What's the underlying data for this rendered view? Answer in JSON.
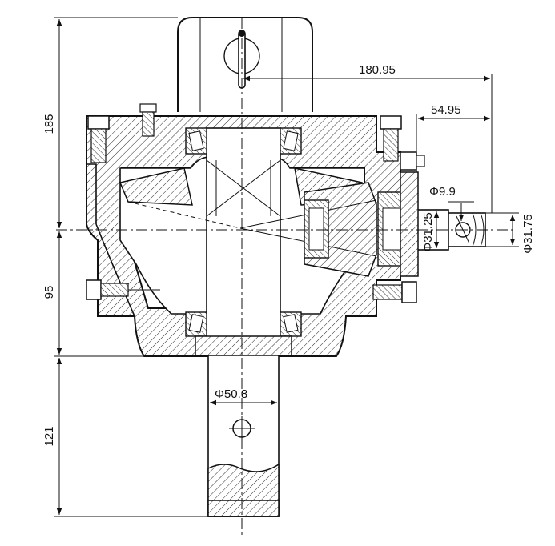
{
  "dimensions": {
    "height_top": "185",
    "height_mid": "95",
    "height_bottom": "121",
    "offset_long": "180.95",
    "offset_short": "54.95",
    "dia_input_shaft": "Φ31.75",
    "dia_input_inner": "Φ31.25",
    "dia_pin_hole": "Φ9.9",
    "dia_output_shaft": "Φ50.8"
  },
  "colors": {
    "line": "#111111",
    "background": "#ffffff"
  }
}
